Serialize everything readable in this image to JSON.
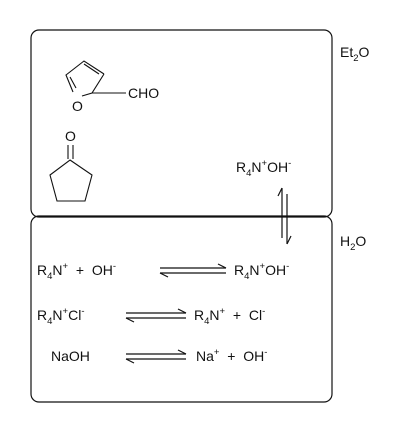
{
  "phases": {
    "organic_label": {
      "main": "Et",
      "sub": "2",
      "tail": "O"
    },
    "aqueous_label": {
      "main": "H",
      "sub": "2",
      "tail": "O"
    }
  },
  "structures": {
    "furfural_group": "CHO",
    "furan_oxygen": "O",
    "ketone_oxygen": "O"
  },
  "organic_species": {
    "a": "R",
    "b": "4",
    "c": "N",
    "d": "+",
    "e": "OH",
    "f": "-"
  },
  "equilibria": [
    {
      "left": {
        "a": "R",
        "b": "4",
        "c": "N",
        "d": "+",
        "e": "  +  OH",
        "f": "-"
      },
      "right": {
        "a": "R",
        "b": "4",
        "c": "N",
        "d": "+",
        "e": "OH",
        "f": "-"
      }
    },
    {
      "left": {
        "a": "R",
        "b": "4",
        "c": "N",
        "d": "+",
        "e": "Cl",
        "f": "-"
      },
      "right": {
        "a": "R",
        "b": "4",
        "c": "N",
        "d": "+",
        "e": "  +  Cl",
        "f": "-"
      }
    },
    {
      "left": {
        "a": "NaOH"
      },
      "right": {
        "a": "Na",
        "d": "+",
        "e": "  +  OH",
        "f": "-"
      }
    }
  ]
}
